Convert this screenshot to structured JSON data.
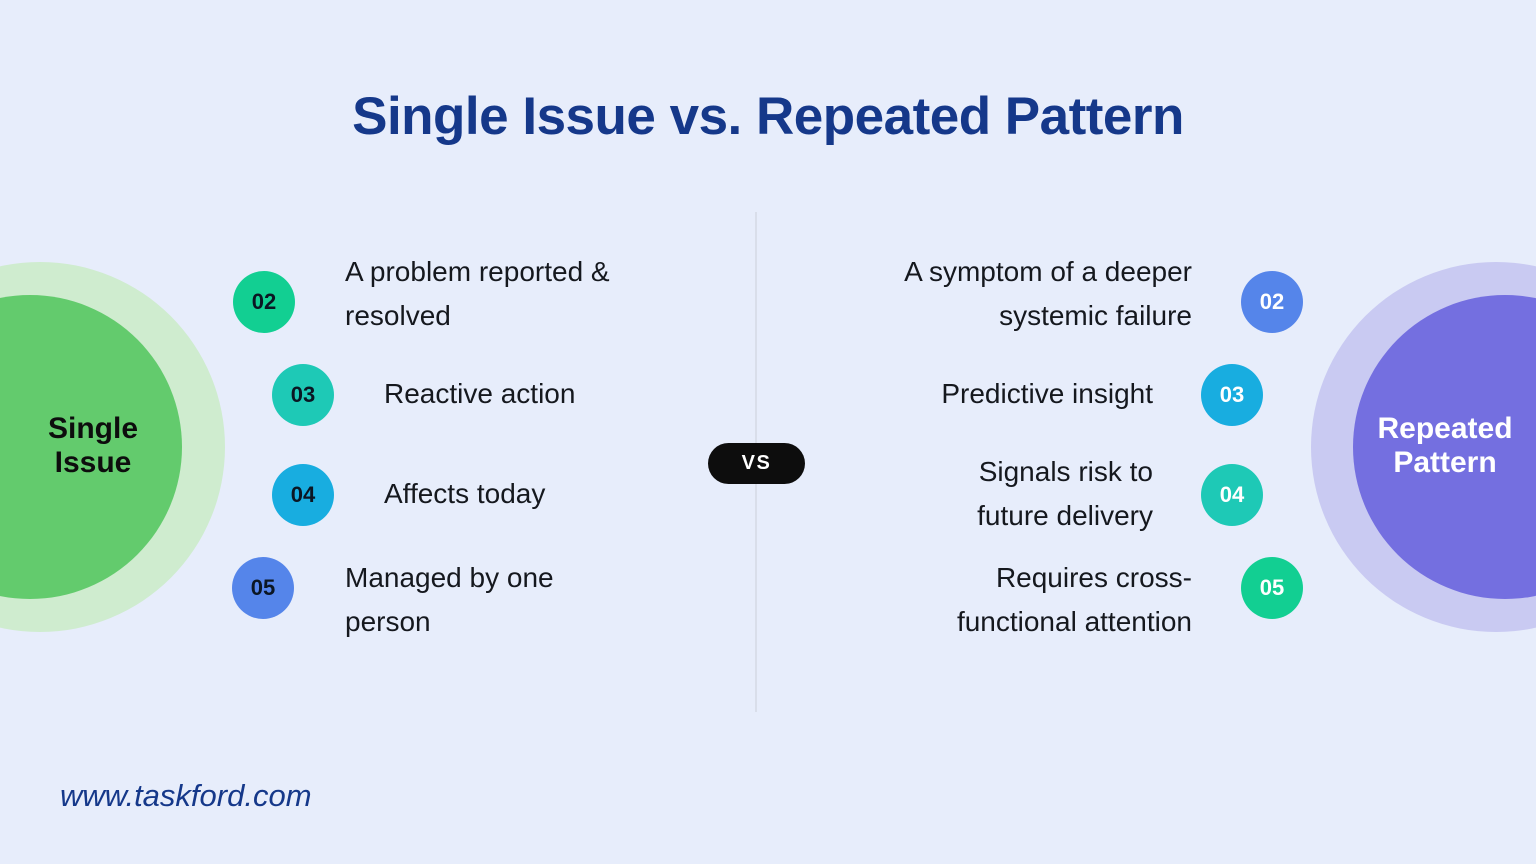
{
  "title": "Single Issue vs. Repeated Pattern",
  "vs_badge": "VS",
  "footer": {
    "url": "www.taskford.com"
  },
  "colors": {
    "background": "#e7edfb",
    "title": "#15388a",
    "green_circle": "#63cb6d",
    "green_ring": "#cfeccf",
    "purple_circle": "#746fe0",
    "purple_ring": "#c9caf2",
    "emerald": "#12cf92",
    "teal": "#1ec9b6",
    "cyan": "#18ade0",
    "periwinkle": "#5585ea",
    "vs_bg": "#0d0d0d",
    "divider": "#d9deea"
  },
  "left_side": {
    "label": "Single\nIssue",
    "items": [
      {
        "num": "02",
        "lines": "A problem reported &\nresolved"
      },
      {
        "num": "03",
        "lines": "Reactive action"
      },
      {
        "num": "04",
        "lines": "Affects today"
      },
      {
        "num": "05",
        "lines": "Managed by one\nperson"
      }
    ]
  },
  "right_side": {
    "label": "Repeated\nPattern",
    "items": [
      {
        "num": "02",
        "lines": "A symptom of a deeper\nsystemic failure"
      },
      {
        "num": "03",
        "lines": "Predictive insight"
      },
      {
        "num": "04",
        "lines": "Signals risk to\nfuture delivery"
      },
      {
        "num": "05",
        "lines": "Requires cross-\nfunctional attention"
      }
    ]
  }
}
